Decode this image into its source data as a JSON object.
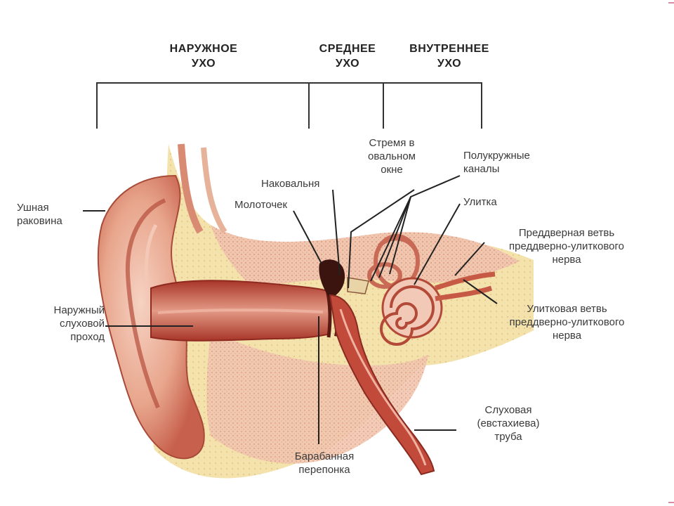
{
  "sections": {
    "outer": "НАРУЖНОЕ\nУХО",
    "middle": "СРЕДНЕЕ\nУХО",
    "inner": "ВНУТРЕННЕЕ\nУХО"
  },
  "labels": {
    "auricle": "Ушная\nраковина",
    "ear_canal": "Наружный\nслуховой\nпроход",
    "malleus": "Молоточек",
    "incus": "Наковальня",
    "stapes": "Стремя в\nовальном\nокне",
    "semicircular": "Полукружные\nканалы",
    "cochlea": "Улитка",
    "vestibular_nerve": "Преддверная ветвь\nпреддверно-улиткового\nнерва",
    "cochlear_nerve": "Улитковая ветвь\nпреддверно-улиткового\nнерва",
    "eardrum": "Барабанная\nперепонка",
    "eustachian": "Слуховая\n(евстахиева)\nтруба"
  },
  "colors": {
    "flesh": "#e8a58c",
    "dark_red": "#b03a2a",
    "bone": "#f2dca0",
    "canal": "#c9534a"
  }
}
